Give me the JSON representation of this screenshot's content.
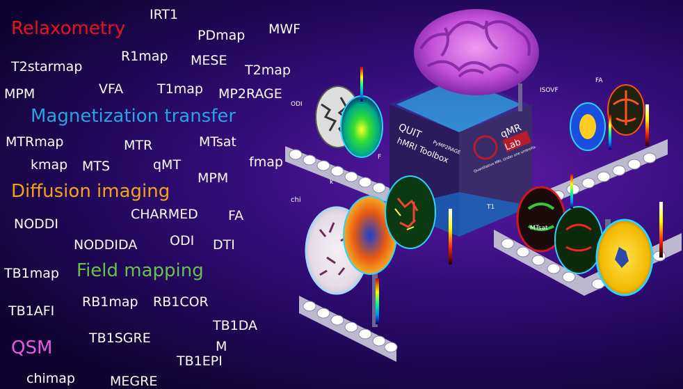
{
  "categories": {
    "relaxometry": {
      "label": "Relaxometry",
      "color": "#e8141c"
    },
    "mt": {
      "label": "Magnetization transfer",
      "color": "#29a3e6"
    },
    "diffusion": {
      "label": "Diffusion imaging",
      "color": "#f5a31a"
    },
    "field": {
      "label": "Field mapping",
      "color": "#6cc04a"
    },
    "qsm": {
      "label": "QSM",
      "color": "#e85be0"
    }
  },
  "keywords": {
    "irt1": "IRT1",
    "pdmap": "PDmap",
    "mwf": "MWF",
    "r1map": "R1map",
    "mese": "MESE",
    "t2starmap": "T2starmap",
    "t2map": "T2map",
    "mpm1": "MPM",
    "vfa": "VFA",
    "t1map": "T1map",
    "mp2rage": "MP2RAGE",
    "mtrmap": "MTRmap",
    "mtr": "MTR",
    "mtsat": "MTsat",
    "kmap": "kmap",
    "mts": "MTS",
    "qmt": "qMT",
    "fmap": "fmap",
    "mpm2": "MPM",
    "charmed": "CHARMED",
    "fa": "FA",
    "noddi": "NODDI",
    "noddida": "NODDIDA",
    "odi": "ODI",
    "dti": "DTI",
    "tb1map": "TB1map",
    "tb1afi": "TB1AFI",
    "rb1map": "RB1map",
    "rb1cor": "RB1COR",
    "tb1dam_a": "TB1DA",
    "tb1dam_b": "M",
    "tb1sgre": "TB1SGRE",
    "tb1epi": "TB1EPI",
    "chimap": "chimap",
    "megre": "MEGRE"
  },
  "toolbox": {
    "quit": "QUIT",
    "hmri": "hMRI Toolbox",
    "pymp2rage": "PyMP2RAGE",
    "qmr": "qMR",
    "lab": "Lab",
    "tagline": "Quantitative MRI. Under one umbrella."
  },
  "map_labels": {
    "odi": "ODI",
    "isovf": "ISOVF",
    "fa": "FA",
    "chi": "chi",
    "f": "F",
    "k": "k",
    "t1": "T1",
    "mtsat": "MTsat"
  },
  "colors": {
    "background_center": "#5b1aa8",
    "background_edge": "#0e0330",
    "brain": "#c34fd8",
    "glow": "#2bd4ff",
    "block_top": "#3a2c6a",
    "lab_red": "#b81c2b"
  }
}
